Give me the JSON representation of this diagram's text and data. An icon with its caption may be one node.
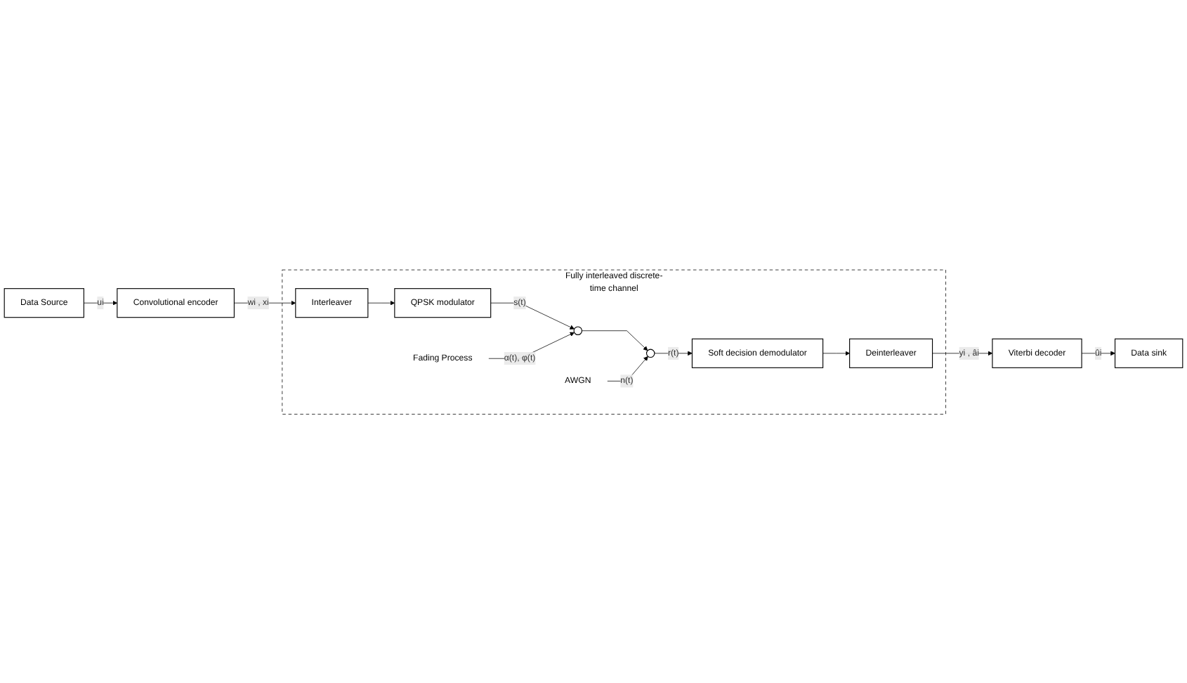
{
  "diagram": {
    "nodes": [
      {
        "text": [
          "Data Source"
        ]
      },
      {
        "text": [
          "Convolutional encoder"
        ]
      },
      {
        "text": [
          "Fully interleaved discrete-time channel"
        ]
      },
      {
        "text": [
          "Interleaver"
        ],
        "in": 2
      },
      {
        "text": [
          "QPSK modulator"
        ],
        "in": 2
      },
      {
        "text": [],
        "shape": "circle",
        "in": 2
      },
      {
        "text": [],
        "shape": "circle",
        "in": 2
      },
      {
        "text": [
          "Fading Process"
        ],
        "in": 2
      },
      {
        "text": [
          "AWGN"
        ],
        "in": 2
      },
      {
        "text": [
          "Soft decision demodulator"
        ],
        "in": 2
      },
      {
        "text": [
          "Deinterleaver"
        ],
        "in": 2
      },
      {
        "text": [
          "Viterbi decoder"
        ]
      },
      {
        "text": [
          "Data sink"
        ]
      }
    ],
    "edges": [
      {
        "from": 0,
        "to": 1,
        "arrow": "to",
        "label": "ui"
      },
      {
        "from": 1,
        "to": 3,
        "arrow": "to",
        "label": "wi , xi"
      },
      {
        "from": 3,
        "to": 4,
        "arrow": "to"
      },
      {
        "from": 4,
        "to": 5,
        "arrow": "to",
        "label": "s(t)"
      },
      {
        "from": 7,
        "to": 5,
        "arrow": "to",
        "label": "α(t), φ(t)"
      },
      {
        "from": 5,
        "to": 6,
        "arrow": "to"
      },
      {
        "from": 8,
        "to": 6,
        "arrow": "to",
        "label": "n(t)"
      },
      {
        "from": 6,
        "to": 9,
        "arrow": "to",
        "label": "r(t)"
      },
      {
        "from": 9,
        "to": 10,
        "arrow": "to"
      },
      {
        "from": 10,
        "to": 11,
        "arrow": "to",
        "label": "yi , âi"
      },
      {
        "from": 11,
        "to": 12,
        "arrow": "to",
        "label": "ûi"
      }
    ]
  }
}
